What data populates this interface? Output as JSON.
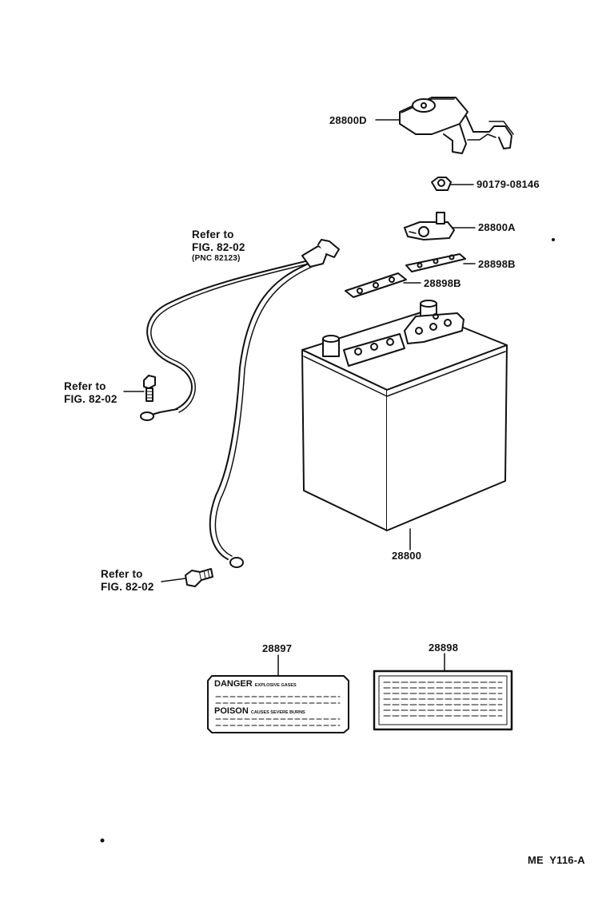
{
  "parts": {
    "cover": "28800D",
    "nut": "90179-08146",
    "clamp": "28800A",
    "plate_upper": "28898B",
    "plate_lower": "28898B",
    "battery": "28800",
    "label_danger": "28897",
    "label_info": "28898"
  },
  "references": {
    "top_cable": {
      "line1": "Refer to",
      "line2": "FIG. 82-02",
      "line3": "(PNC 82123)"
    },
    "bolt_left": {
      "line1": "Refer to",
      "line2": "FIG. 82-02"
    },
    "bolt_bottom": {
      "line1": "Refer to",
      "line2": "FIG. 82-02"
    }
  },
  "danger_label": {
    "danger_word": "DANGER",
    "danger_sub": "EXPLOSIVE GASES",
    "poison_word": "POISON",
    "poison_sub": "CAUSES SEVERE BURNS"
  },
  "footer": {
    "code": "ME  Y116-A"
  }
}
